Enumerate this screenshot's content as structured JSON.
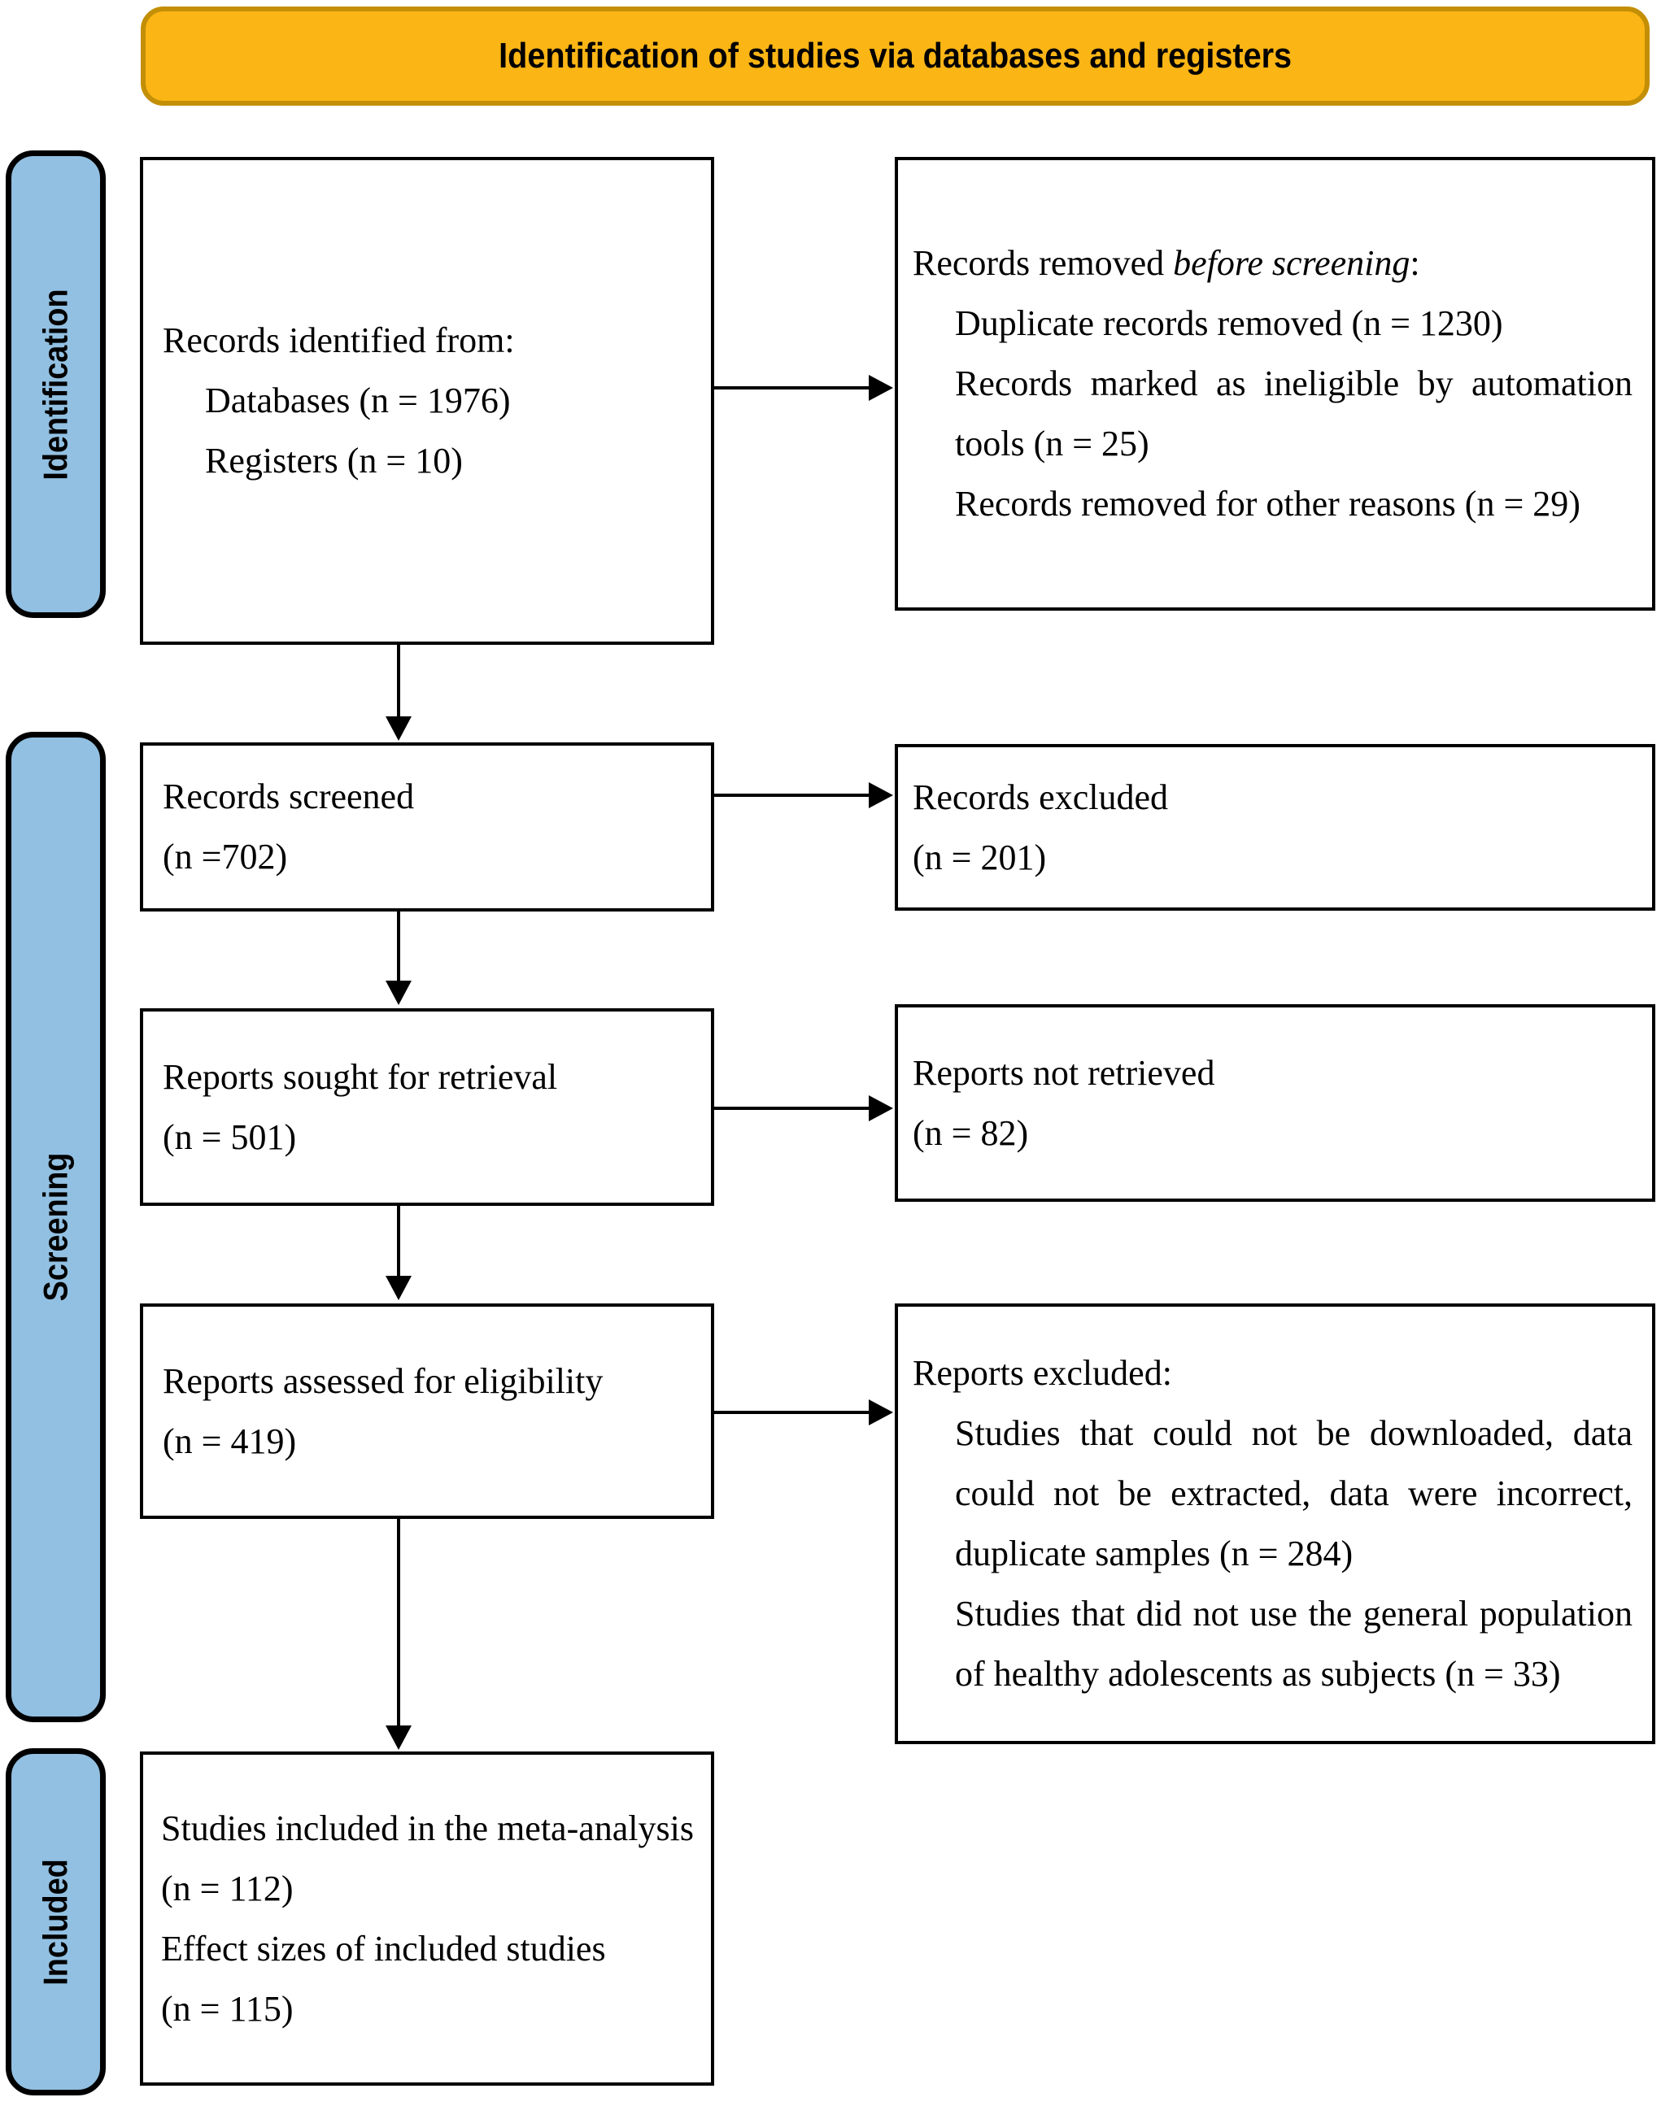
{
  "banner": {
    "title": "Identification of studies via databases and registers"
  },
  "sidebar": {
    "items": [
      {
        "label": "Identification"
      },
      {
        "label": "Screening"
      },
      {
        "label": "Included"
      }
    ]
  },
  "boxes": {
    "identified": {
      "heading": "Records identified from:",
      "item1": "Databases (n = 1976)",
      "item2": "Registers (n = 10)"
    },
    "removed": {
      "heading_pre": "Records removed ",
      "heading_italic": "before screening",
      "heading_post": ":",
      "item1": "Duplicate records removed (n = 1230)",
      "item2": "Records marked as ineligible by automation tools (n = 25)",
      "item3": "Records removed for other reasons (n = 29)"
    },
    "screened": {
      "line1": "Records screened",
      "line2": "(n =702)"
    },
    "excluded": {
      "line1": "Records excluded",
      "line2": "(n = 201)"
    },
    "sought": {
      "line1": "Reports sought for retrieval",
      "line2": "(n = 501)"
    },
    "not_retrieved": {
      "line1": "Reports not retrieved",
      "line2": "(n = 82)"
    },
    "assessed": {
      "line1": "Reports assessed for eligibility",
      "line2": "(n = 419)"
    },
    "reports_excluded": {
      "heading": "Reports excluded:",
      "item1": "Studies that could not be downloaded, data could not be extracted, data were incorrect, duplicate samples (n = 284)",
      "item2": "Studies that did not use the general population of healthy adolescents as subjects (n = 33)"
    },
    "included_studies": {
      "line1": "Studies included in the meta-analysis",
      "line2": "(n = 112)",
      "line3": "Effect sizes of included studies",
      "line4": "(n = 115)"
    }
  },
  "colors": {
    "banner_fill": "#FBB515",
    "banner_border": "#C38F06",
    "sidebar_fill": "#92C0E2",
    "sidebar_border": "#000000",
    "box_border": "#000000",
    "text": "#000000"
  }
}
